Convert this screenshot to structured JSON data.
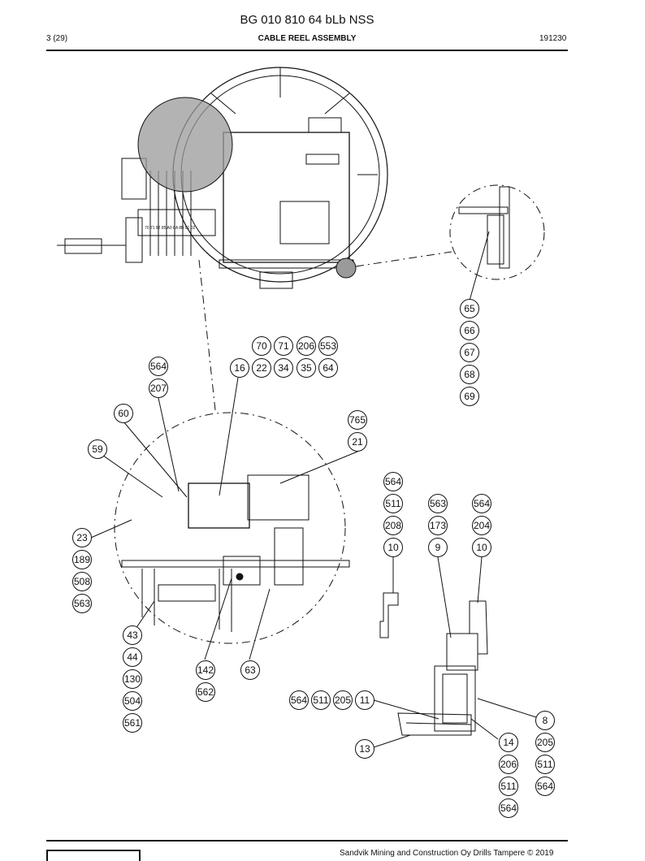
{
  "header": {
    "title": "BG 010 810 64 bLb NSS",
    "page": "3 (29)",
    "section": "CABLE REEL ASSEMBLY",
    "date_code": "191230"
  },
  "balloons": [
    "65",
    "66",
    "67",
    "68",
    "69",
    "70",
    "71",
    "206",
    "553",
    "16",
    "22",
    "34",
    "35",
    "64",
    "564",
    "207",
    "60",
    "765",
    "21",
    "59",
    "564",
    "511",
    "208",
    "10",
    "563",
    "173",
    "9",
    "564",
    "204",
    "10",
    "23",
    "189",
    "508",
    "563",
    "43",
    "44",
    "130",
    "504",
    "561",
    "142",
    "562",
    "63",
    "564",
    "511",
    "205",
    "11",
    "8",
    "205",
    "511",
    "564",
    "13",
    "14",
    "206",
    "511",
    "564"
  ],
  "footer": {
    "company": "Sandvik Mining and Construction Oy Drills Tampere © 2019"
  },
  "colors": {
    "ink": "#111111",
    "highlight": "#9a9a9a"
  }
}
